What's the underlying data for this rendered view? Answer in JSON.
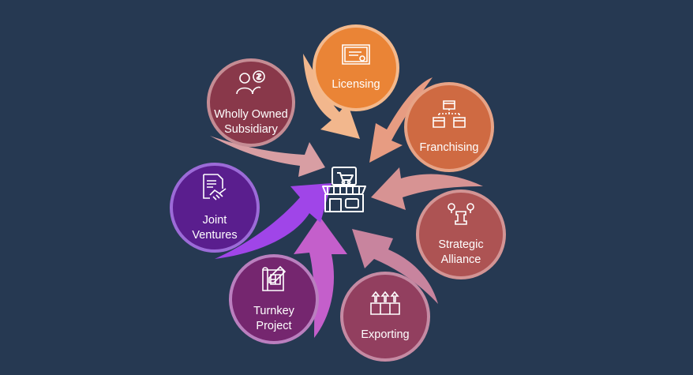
{
  "diagram": {
    "background": "#263952",
    "center": {
      "icon": "storefront-icon"
    },
    "nodes": [
      {
        "id": "licensing",
        "label": "Licensing",
        "icon": "certificate-icon",
        "fill": "#ea8436",
        "ring": "#f4b98c"
      },
      {
        "id": "franchising",
        "label": "Franchising",
        "icon": "store-network-icon",
        "fill": "#cf6a42",
        "ring": "#e7a386"
      },
      {
        "id": "strategic-alliance",
        "label": "Strategic\nAlliance",
        "icon": "chess-rook-icon",
        "fill": "#ad5353",
        "ring": "#d39494"
      },
      {
        "id": "exporting",
        "label": "Exporting",
        "icon": "boxes-arrows-icon",
        "fill": "#923f5f",
        "ring": "#c58aa3"
      },
      {
        "id": "turnkey-project",
        "label": "Turnkey\nProject",
        "icon": "blueprint-icon",
        "fill": "#75266f",
        "ring": "#ba7fbf"
      },
      {
        "id": "joint-ventures",
        "label": "Joint\nVentures",
        "icon": "handshake-doc-icon",
        "fill": "#5a1e8e",
        "ring": "#9c6bd8"
      },
      {
        "id": "wholly-owned-subsidiary",
        "label": "Wholly Owned\nSubsidiary",
        "icon": "people-money-icon",
        "fill": "#89384a",
        "ring": "#c58c94"
      }
    ],
    "arrow_colors": [
      "#f2b78d",
      "#e79c82",
      "#d79393",
      "#c8849e",
      "#c45fcb",
      "#a045e8",
      "#d89ea3"
    ]
  }
}
